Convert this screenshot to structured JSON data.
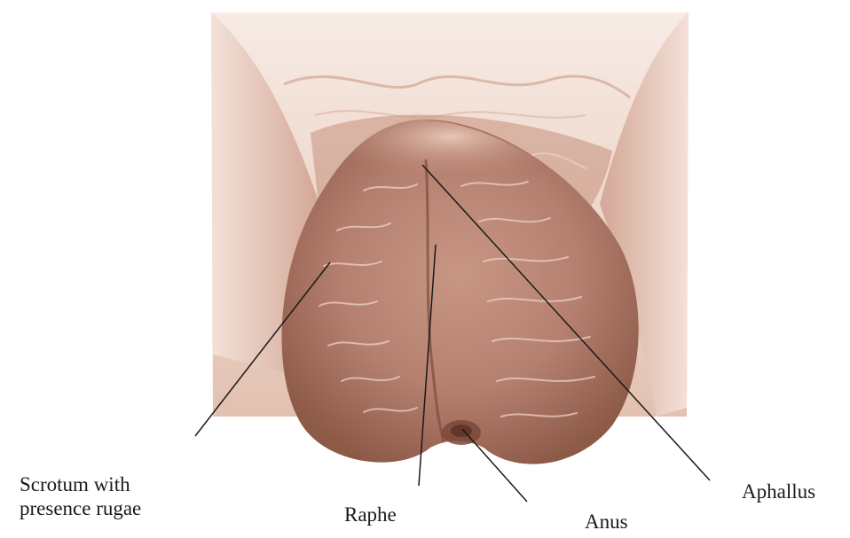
{
  "labels": {
    "scrotum_line1": "Scrotum with",
    "scrotum_line2": "presence rugae",
    "raphe": "Raphe",
    "anus": "Anus",
    "aphallus": "Aphallus"
  },
  "colors": {
    "background": "#ffffff",
    "skin_light": "#f3dfd6",
    "skin_mid": "#dcb3a2",
    "scrotum_base": "#b98470",
    "scrotum_shadow": "#8e5a48",
    "rugae": "#f0d2c4",
    "leader_line": "#1a1a1a"
  }
}
